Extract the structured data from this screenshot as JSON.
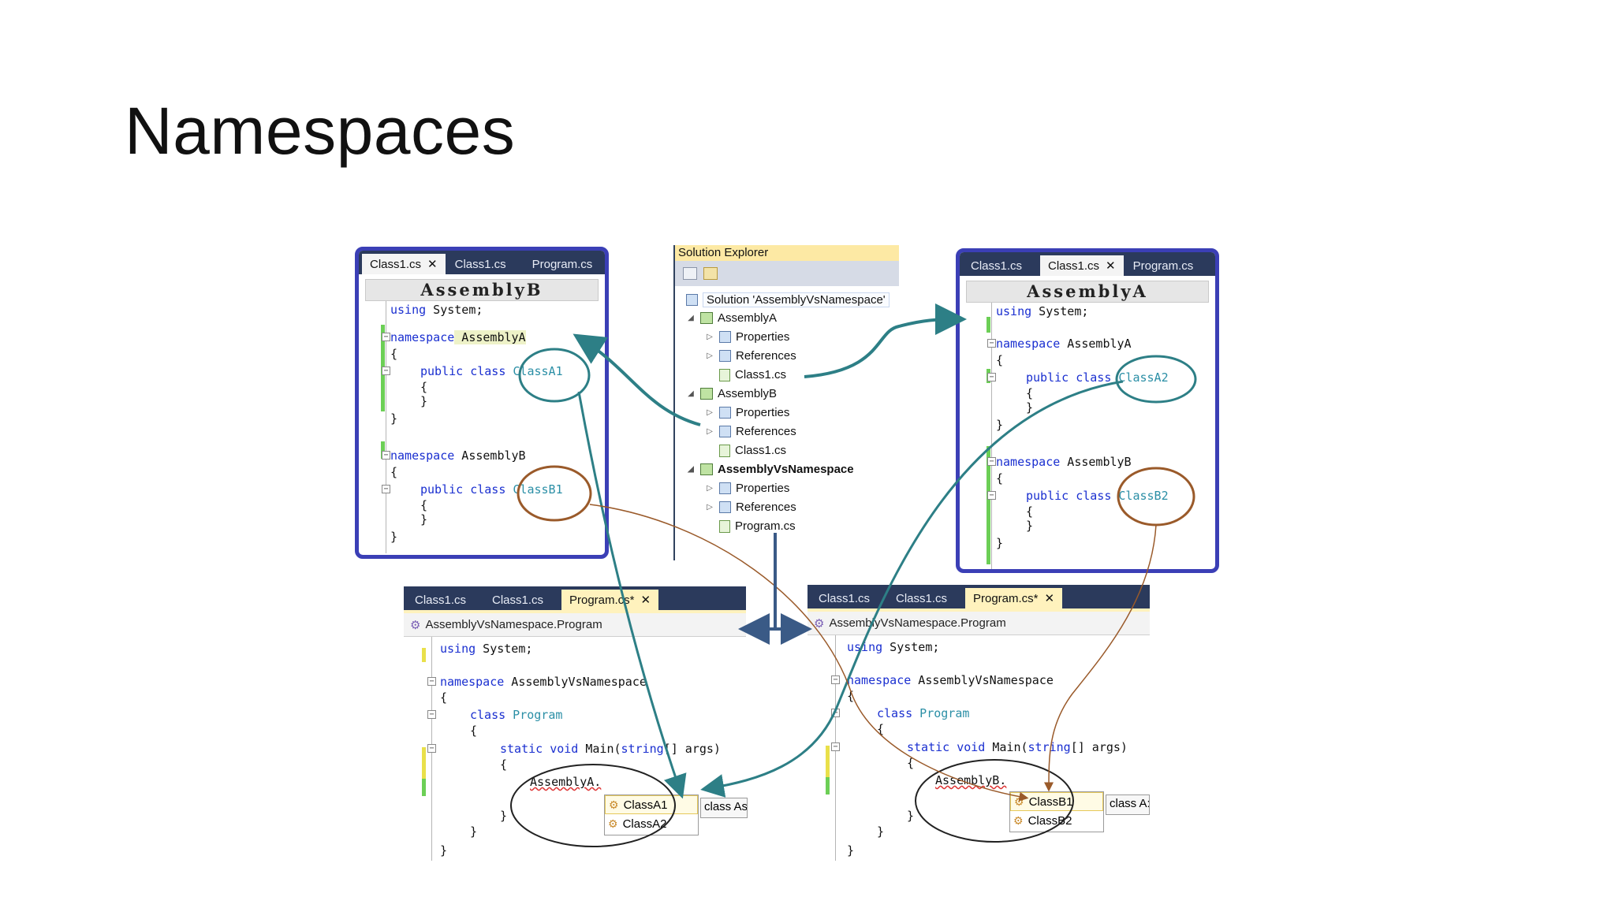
{
  "slide": {
    "title": "Namespaces"
  },
  "panel_b": {
    "tabs": [
      {
        "label": "Class1.cs",
        "close": "✕"
      },
      {
        "label": "Class1.cs"
      },
      {
        "label": "Program.cs"
      }
    ],
    "header": "AssemblyB",
    "code": {
      "l1_using": "using",
      "l1_rest": " System;",
      "l2_ns": "namespace",
      "l2_name": " AssemblyA",
      "brace_open": "{",
      "brace_close": "}",
      "l4_pc": "public class",
      "l4_type": " ClassA1",
      "l8_ns": "namespace",
      "l8_name": " AssemblyB",
      "l10_pc": "public class",
      "l10_type": " ClassB1"
    }
  },
  "panel_a": {
    "tabs": [
      {
        "label": "Class1.cs"
      },
      {
        "label": "Class1.cs",
        "close": "✕"
      },
      {
        "label": "Program.cs"
      }
    ],
    "header": "AssemblyA",
    "code": {
      "l1_using": "using",
      "l1_rest": " System;",
      "l2_ns": "namespace",
      "l2_name": " AssemblyA",
      "l4_pc": "public class",
      "l4_type": " ClassA2",
      "l8_ns": "namespace",
      "l8_name": " AssemblyB",
      "l10_pc": "public class",
      "l10_type": " ClassB2"
    }
  },
  "solution_explorer": {
    "title": "Solution Explorer",
    "solution": "Solution 'AssemblyVsNamespace'",
    "items": [
      {
        "label": "AssemblyA"
      },
      {
        "label": "Properties"
      },
      {
        "label": "References"
      },
      {
        "label": "Class1.cs"
      },
      {
        "label": "AssemblyB"
      },
      {
        "label": "Properties"
      },
      {
        "label": "References"
      },
      {
        "label": "Class1.cs"
      },
      {
        "label": "AssemblyVsNamespace"
      },
      {
        "label": "Properties"
      },
      {
        "label": "References"
      },
      {
        "label": "Program.cs"
      }
    ]
  },
  "program_left": {
    "tabs": [
      {
        "label": "Class1.cs"
      },
      {
        "label": "Class1.cs"
      },
      {
        "label": "Program.cs*",
        "close": "✕"
      }
    ],
    "breadcrumb": "AssemblyVsNamespace.Program",
    "code": {
      "using": "using",
      "using_rest": " System;",
      "ns": "namespace",
      "ns_name": " AssemblyVsNamespace",
      "class_kw": "class",
      "class_name": " Program",
      "static": "static void",
      "main": " Main(",
      "string": "string",
      "args": "[] args)",
      "typed": "AssemblyA."
    },
    "completion": [
      "ClassA1",
      "ClassA2"
    ],
    "tooltip": "class As"
  },
  "program_right": {
    "tabs": [
      {
        "label": "Class1.cs"
      },
      {
        "label": "Class1.cs"
      },
      {
        "label": "Program.cs*",
        "close": "✕"
      }
    ],
    "breadcrumb": "AssemblyVsNamespace.Program",
    "code": {
      "typed": "AssemblyB."
    },
    "completion": [
      "ClassB1",
      "ClassB2"
    ],
    "tooltip": "class A:"
  },
  "colors": {
    "frame": "#3b3fb6",
    "arrow_teal": "#2d7f86",
    "arrow_brown": "#9a5a2a",
    "tab_bar": "#2b3a5c"
  }
}
